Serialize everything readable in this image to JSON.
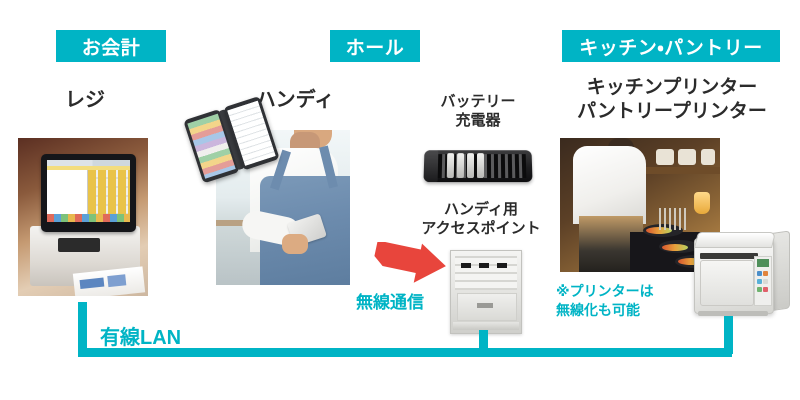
{
  "theme": {
    "teal": "#00b4c5",
    "arrow_red": "#e8453c",
    "caption_text": "#2b2b2b",
    "background": "#ffffff"
  },
  "tabs": [
    {
      "label": "お会計"
    },
    {
      "label": "ホール"
    },
    {
      "label": "キッチン・パントリー"
    }
  ],
  "devices": {
    "register": {
      "caption": "レジ"
    },
    "handy": {
      "caption": "ハンディ"
    },
    "charger": {
      "caption": "バッテリー\n充電器"
    },
    "access_point": {
      "caption": "ハンディ用\nアクセスポイント"
    },
    "printer": {
      "caption": "キッチンプリンター\nパントリープリンター"
    }
  },
  "annotations": {
    "wireless": "無線通信",
    "wired": "有線LAN",
    "printer_note": "※プリンターは\n無線化も可能"
  },
  "icons": {
    "arrow": "red-arrow-down-right-icon"
  }
}
